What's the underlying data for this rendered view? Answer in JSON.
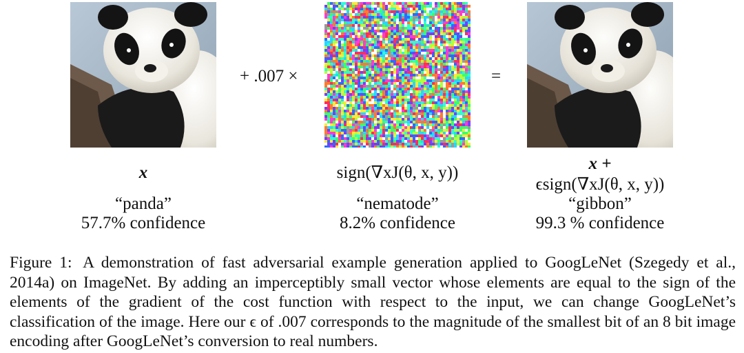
{
  "figure": {
    "operator_plus": "+ .007 ×",
    "operator_equals": "=",
    "panels": [
      {
        "symbol": "x",
        "label": "“panda”",
        "confidence": "57.7% confidence"
      },
      {
        "symbol": "sign(∇xJ(θ, x, y))",
        "label": "“nematode”",
        "confidence": "8.2% confidence"
      },
      {
        "symbol_line1": "x +",
        "symbol_line2": "ϵsign(∇xJ(θ, x, y))",
        "label": "“gibbon”",
        "confidence": "99.3 % confidence"
      }
    ],
    "caption_title": "Figure 1:",
    "caption_text": "A demonstration of fast adversarial example generation applied to GoogLeNet (Szegedy et al., 2014a) on ImageNet. By adding an imperceptibly small vector whose elements are equal to the sign of the elements of the gradient of the cost function with respect to the input, we can change GoogLeNet’s classification of the image. Here our ϵ of .007 corresponds to the magnitude of the smallest bit of an 8 bit image encoding after GoogLeNet’s conversion to real numbers."
  }
}
